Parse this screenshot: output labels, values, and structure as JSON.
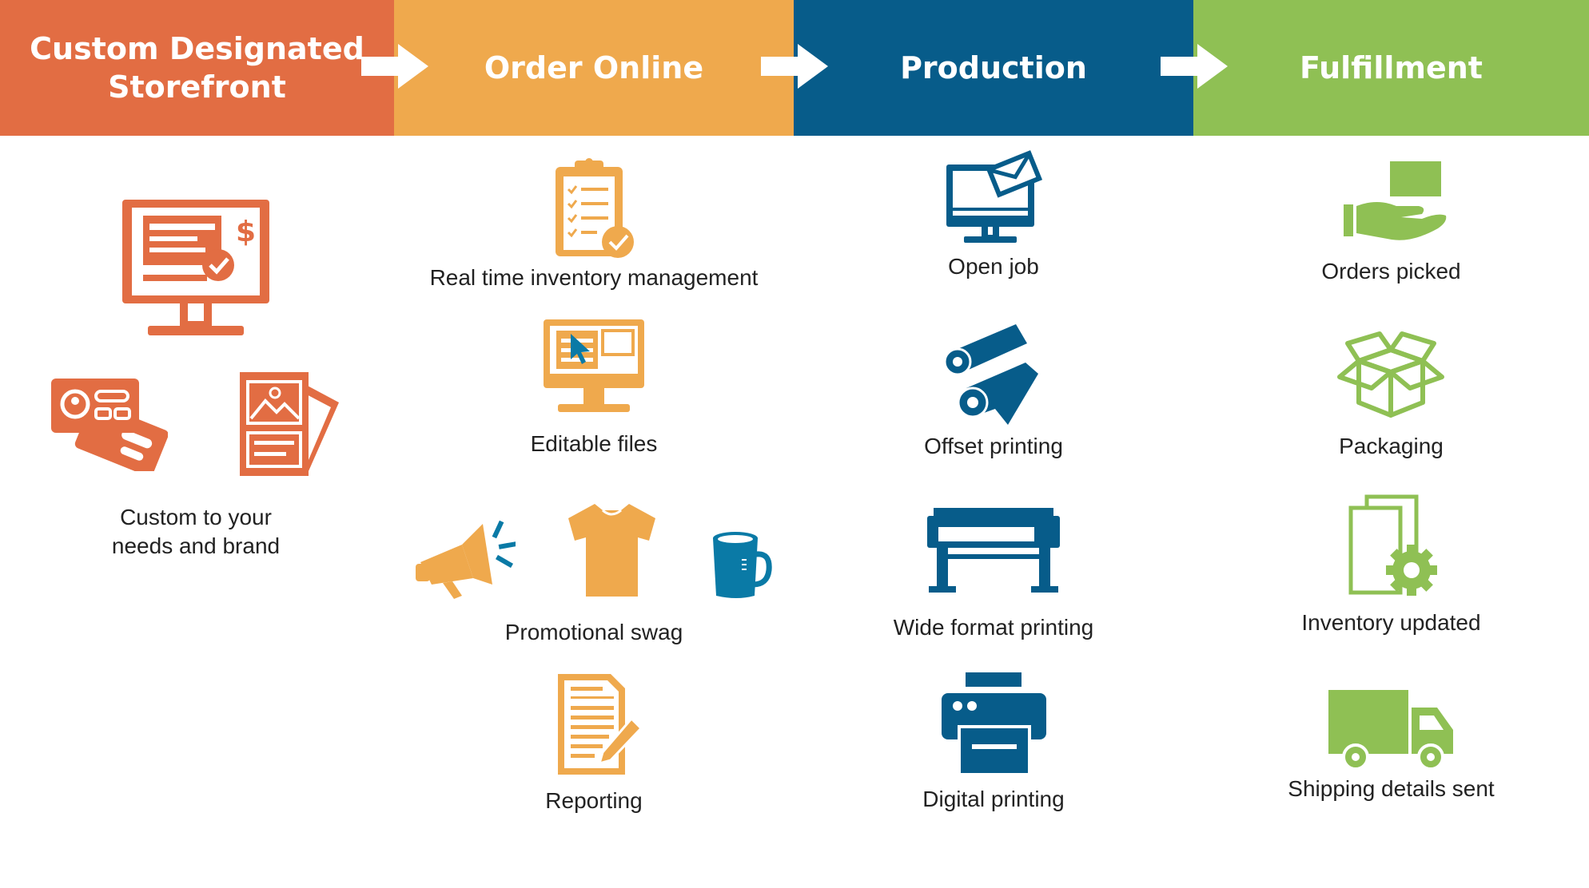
{
  "header": {
    "steps": [
      {
        "label": "Custom Designated\nStorefront",
        "color": "#e26d43"
      },
      {
        "label": "Order Online",
        "color": "#efa94d"
      },
      {
        "label": "Production",
        "color": "#075c8a"
      },
      {
        "label": "Fulfillment",
        "color": "#8fc054"
      }
    ]
  },
  "columns": {
    "storefront": {
      "items": [
        {
          "caption": "Custom to your\nneeds and brand",
          "icons": [
            "storefront-monitor-icon",
            "business-cards-icon",
            "brochure-icon"
          ]
        }
      ]
    },
    "order_online": {
      "items": [
        {
          "caption": "Real time inventory management",
          "icon": "clipboard-checklist-icon"
        },
        {
          "caption": "Editable files",
          "icon": "monitor-cursor-icon"
        },
        {
          "caption": "Promotional swag",
          "icons": [
            "megaphone-icon",
            "tshirt-icon",
            "mug-icon"
          ]
        },
        {
          "caption": "Reporting",
          "icon": "document-pencil-icon"
        }
      ]
    },
    "production": {
      "items": [
        {
          "caption": "Open job",
          "icon": "monitor-envelope-icon"
        },
        {
          "caption": "Offset printing",
          "icon": "paper-rolls-icon"
        },
        {
          "caption": "Wide format printing",
          "icon": "wide-format-printer-icon"
        },
        {
          "caption": "Digital printing",
          "icon": "printer-icon"
        }
      ]
    },
    "fulfillment": {
      "items": [
        {
          "caption": "Orders picked",
          "icon": "hand-box-icon"
        },
        {
          "caption": "Packaging",
          "icon": "open-box-icon"
        },
        {
          "caption": "Inventory updated",
          "icon": "documents-gear-icon"
        },
        {
          "caption": "Shipping details sent",
          "icon": "truck-icon"
        }
      ]
    }
  }
}
